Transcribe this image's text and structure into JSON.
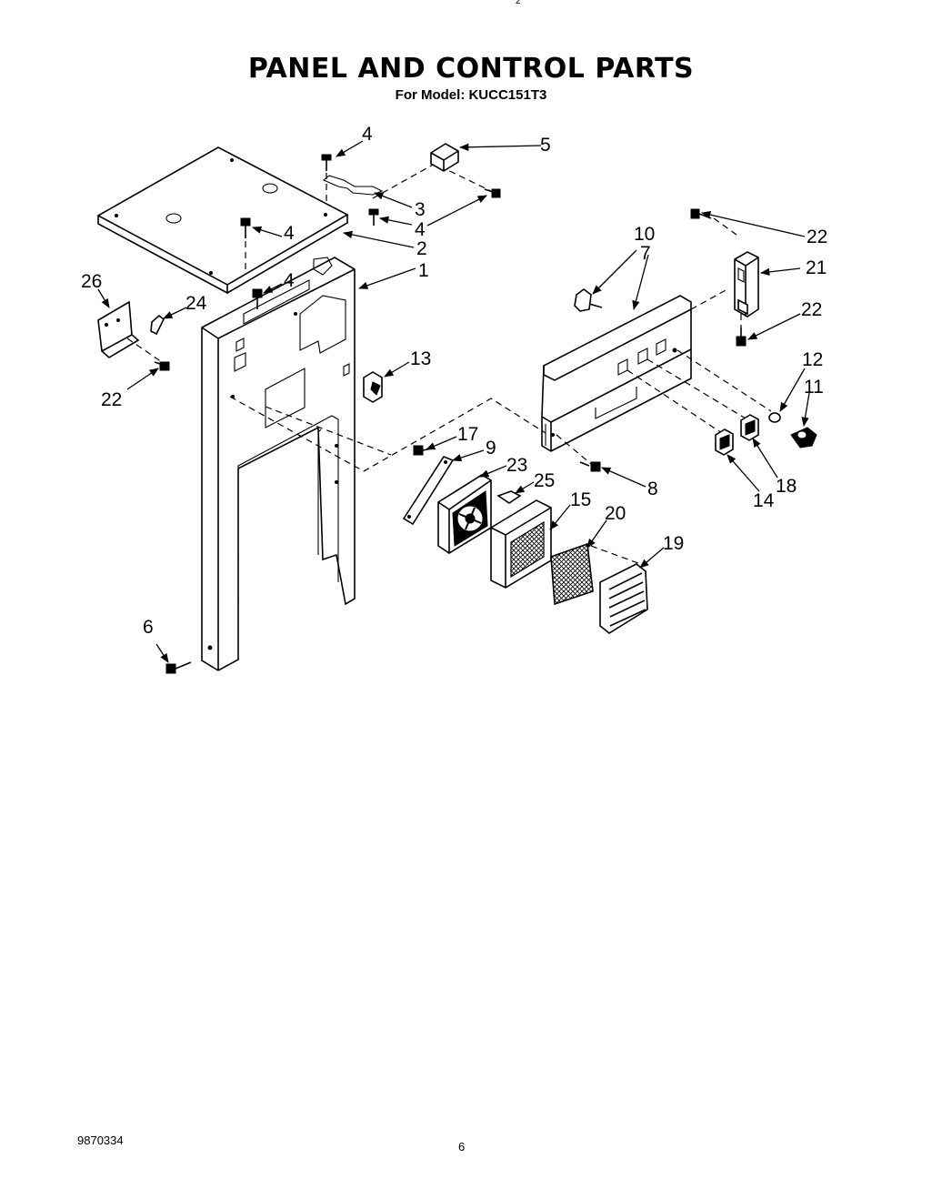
{
  "header": {
    "title": "PANEL AND CONTROL PARTS",
    "subtitle": "For Model: KUCC151T3",
    "top_mark": "2"
  },
  "footer": {
    "doc_number": "9870334",
    "page_number": "6"
  },
  "callouts": [
    "4",
    "5",
    "3",
    "4",
    "2",
    "4",
    "1",
    "4",
    "26",
    "24",
    "22",
    "13",
    "6",
    "10",
    "7",
    "22",
    "21",
    "22",
    "12",
    "11",
    "17",
    "9",
    "23",
    "25",
    "8",
    "15",
    "20",
    "14",
    "18",
    "19"
  ]
}
